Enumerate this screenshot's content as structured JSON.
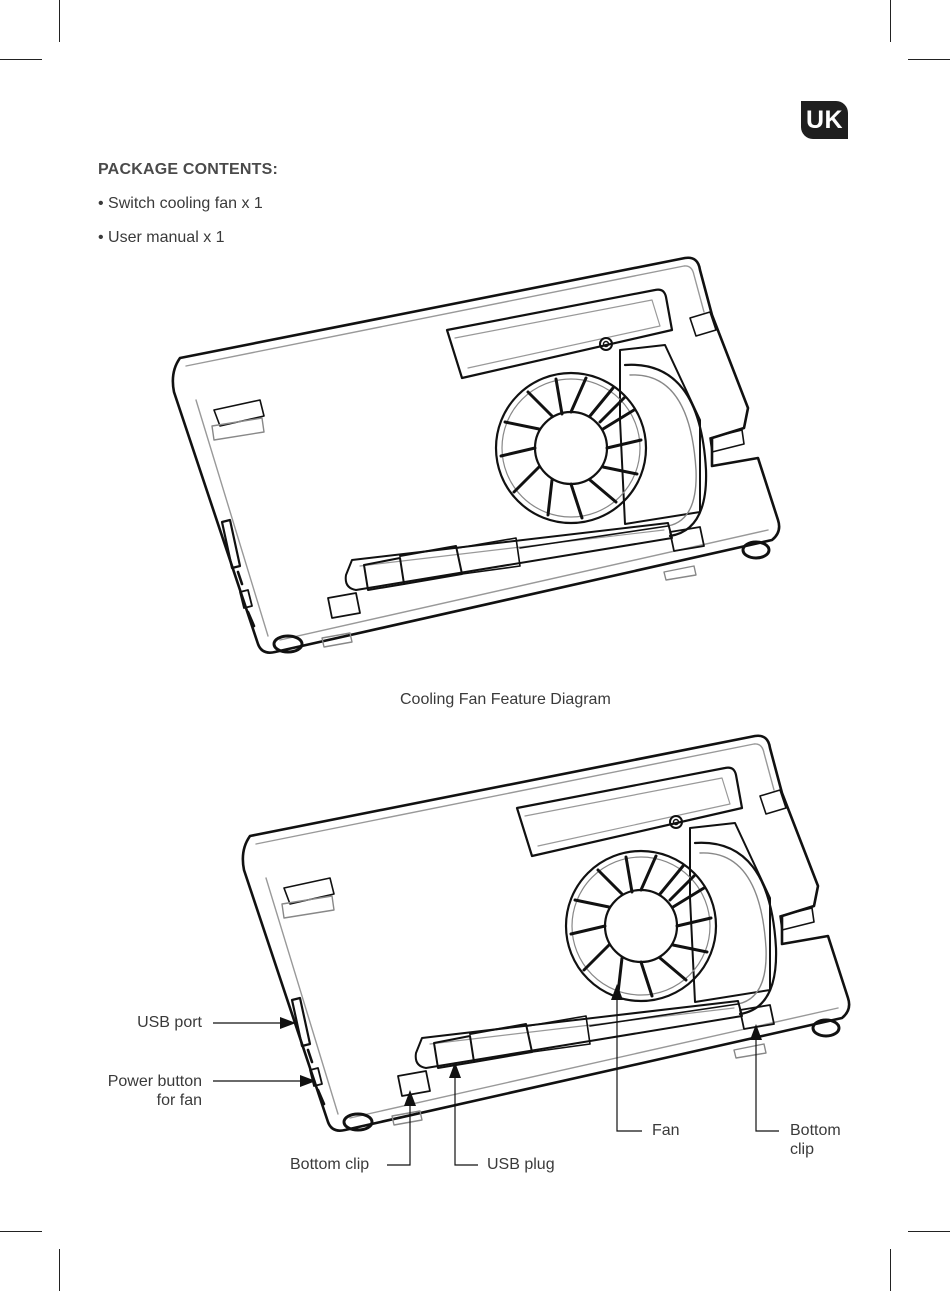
{
  "badge": "UK",
  "package": {
    "heading": "PACKAGE CONTENTS:",
    "items": [
      "• Switch cooling fan x 1",
      "• User manual x 1"
    ]
  },
  "caption": "Cooling Fan Feature Diagram",
  "callouts": {
    "usb_port": "USB port",
    "power_line1": "Power button",
    "power_line2": "for fan",
    "bottom_clip_left": "Bottom clip",
    "usb_plug": "USB plug",
    "fan": "Fan",
    "bottom_clip_right_line1": "Bottom",
    "bottom_clip_right_line2": "clip"
  }
}
